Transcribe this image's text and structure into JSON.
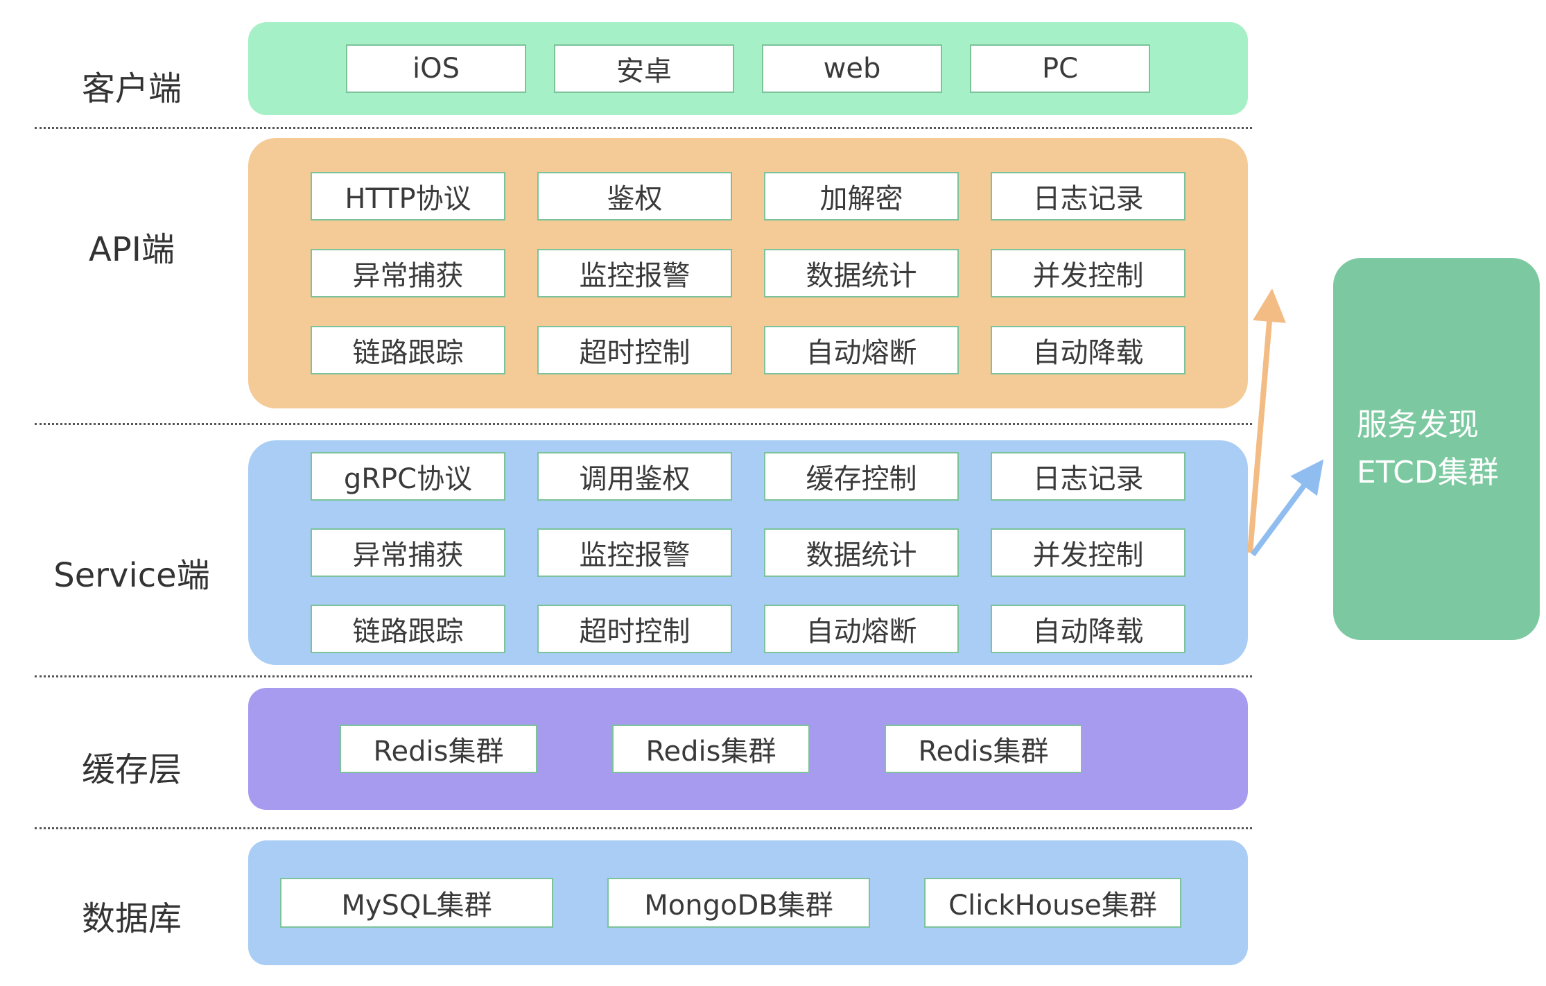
{
  "layers": {
    "client": {
      "label": "客户端",
      "items": [
        "iOS",
        "安卓",
        "web",
        "PC"
      ]
    },
    "api": {
      "label": "API端",
      "cells": [
        "HTTP协议",
        "鉴权",
        "加解密",
        "日志记录",
        "异常捕获",
        "监控报警",
        "数据统计",
        "并发控制",
        "链路跟踪",
        "超时控制",
        "自动熔断",
        "自动降载"
      ]
    },
    "service": {
      "label": "Service端",
      "cells": [
        "gRPC协议",
        "调用鉴权",
        "缓存控制",
        "日志记录",
        "异常捕获",
        "监控报警",
        "数据统计",
        "并发控制",
        "链路跟踪",
        "超时控制",
        "自动熔断",
        "自动降载"
      ]
    },
    "cache": {
      "label": "缓存层",
      "items": [
        "Redis集群",
        "Redis集群",
        "Redis集群"
      ]
    },
    "database": {
      "label": "数据库",
      "items": [
        "MySQL集群",
        "MongoDB集群",
        "ClickHouse集群"
      ]
    }
  },
  "sidebox": {
    "line1": "服务发现",
    "line2": "ETCD集群"
  },
  "colors": {
    "client_bg": "#a5f0c6",
    "api_bg": "#f4ca96",
    "service_bg": "#a9cdf4",
    "cache_bg": "#a79bf0",
    "database_bg": "#a9cdf4",
    "etcd_bg": "#7cc9a1",
    "cell_border": "#7cc39b",
    "arrow_api": "#f2bc84",
    "arrow_service": "#90bdf0",
    "separator": "#555555"
  }
}
